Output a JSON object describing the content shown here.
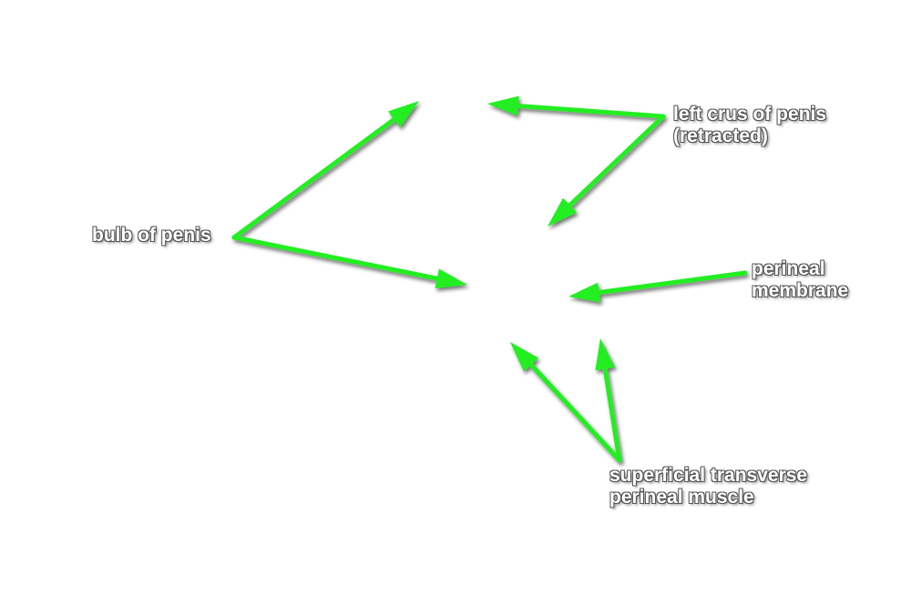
{
  "labels": {
    "left_crus": {
      "line1": "left crus of penis",
      "line2": "(retracted)"
    },
    "bulb": {
      "line1": "bulb of penis"
    },
    "perineal_membrane": {
      "line1": "perineal",
      "line2": "membrane"
    },
    "superficial_transverse": {
      "line1": "superficial transverse",
      "line2": "perineal muscle"
    }
  },
  "colors": {
    "arrow": "#22ee22",
    "arrow_shadow": "#1a1a1a",
    "label_text": "#ffffff",
    "label_outline": "#555555",
    "background": "#ffffff"
  },
  "icons": {
    "pointer": "arrow-icon"
  }
}
